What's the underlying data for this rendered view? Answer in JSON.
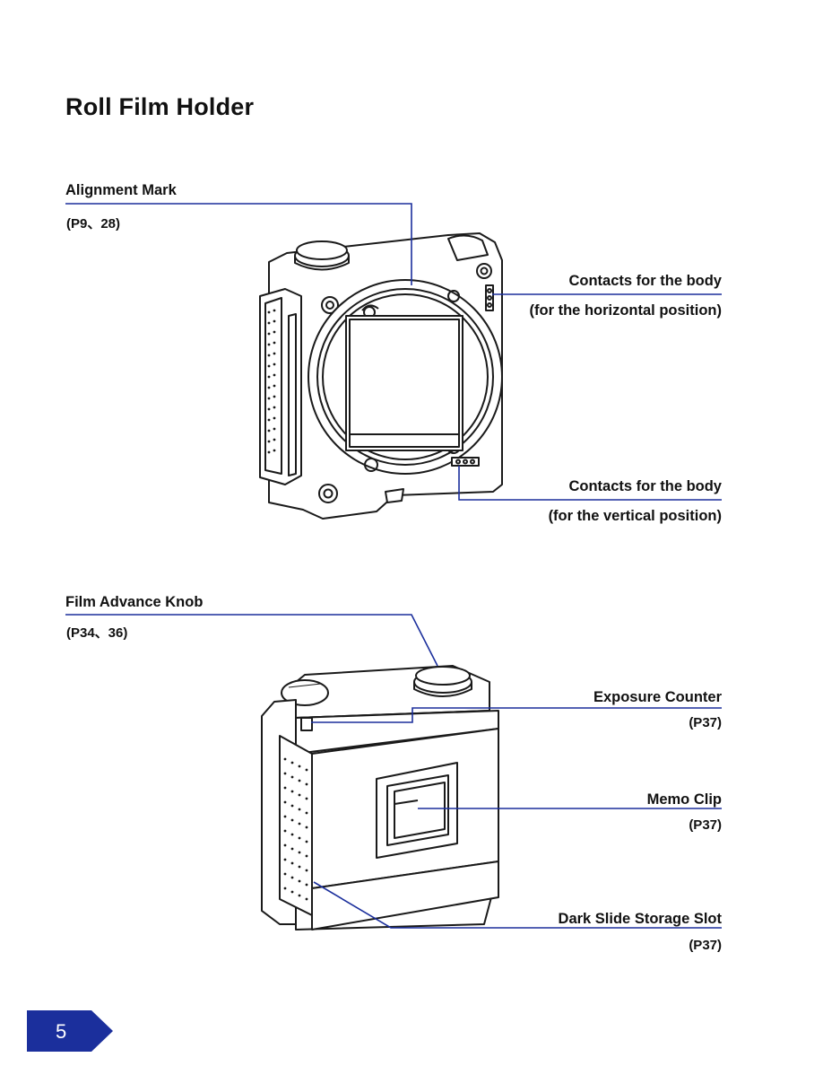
{
  "page": {
    "title": "Roll Film Holder",
    "page_number": "5",
    "accent_color": "#1b2f9c"
  },
  "top_figure": {
    "alignment_mark": {
      "label": "Alignment Mark",
      "ref": "(P9、28)"
    },
    "contacts_horizontal": {
      "label": "Contacts for the body",
      "sub": "(for the horizontal position)"
    },
    "contacts_vertical": {
      "label": "Contacts for the body",
      "sub": "(for the vertical position)"
    }
  },
  "bottom_figure": {
    "film_advance_knob": {
      "label": "Film Advance Knob",
      "ref": "(P34、36)"
    },
    "exposure_counter": {
      "label": "Exposure Counter",
      "ref": "(P37)"
    },
    "memo_clip": {
      "label": "Memo Clip",
      "ref": "(P37)"
    },
    "dark_slide_slot": {
      "label": "Dark Slide Storage Slot",
      "ref": "(P37)"
    }
  }
}
